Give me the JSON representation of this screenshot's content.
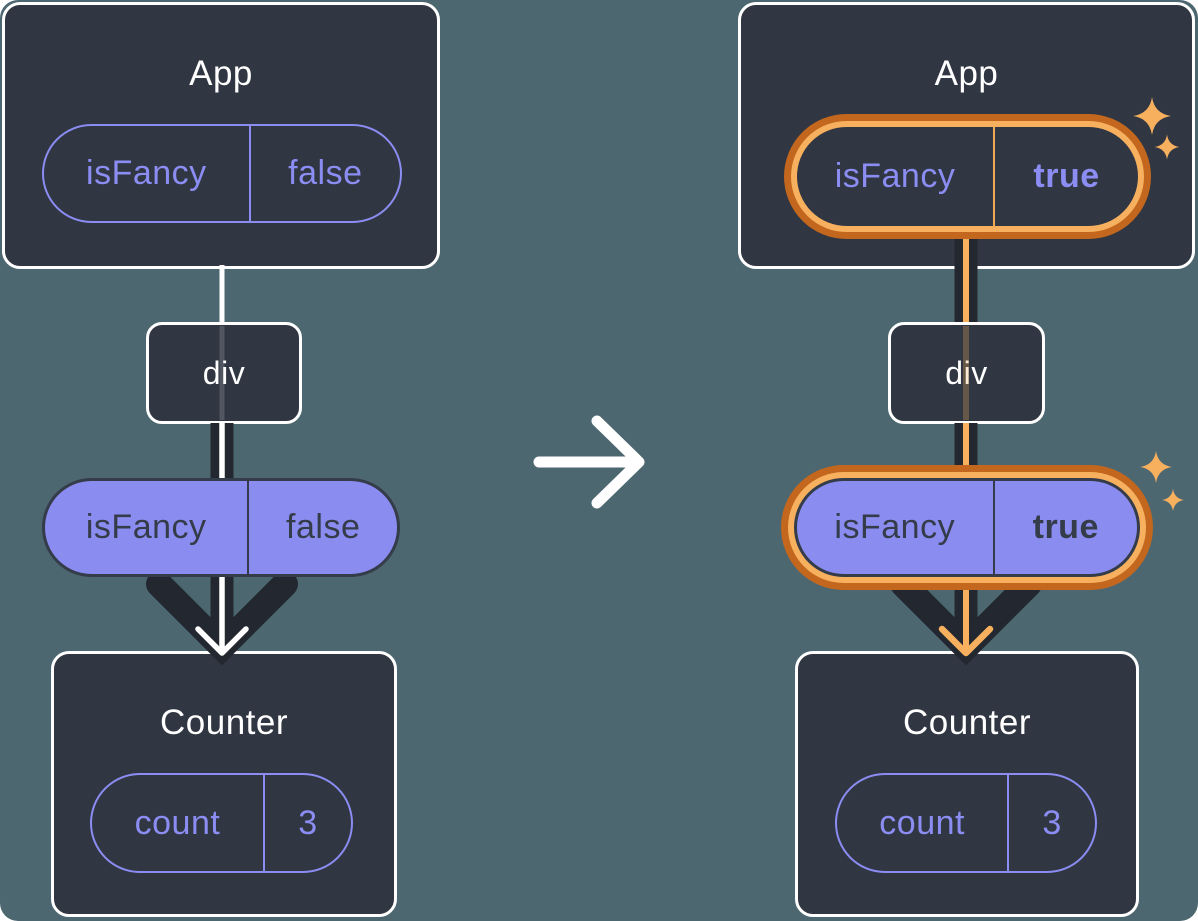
{
  "diagram_title": "component tree prop update (before and after)",
  "trees": {
    "before": {
      "app": {
        "title": "App",
        "pill": {
          "name": "isFancy",
          "value": "false"
        }
      },
      "div": {
        "label": "div"
      },
      "prop_pill": {
        "name": "isFancy",
        "value": "false"
      },
      "counter": {
        "title": "Counter",
        "pill": {
          "name": "count",
          "value": "3"
        }
      }
    },
    "after": {
      "app": {
        "title": "App",
        "pill": {
          "name": "isFancy",
          "value": "true"
        }
      },
      "div": {
        "label": "div"
      },
      "prop_pill": {
        "name": "isFancy",
        "value": "true"
      },
      "counter": {
        "title": "Counter",
        "pill": {
          "name": "count",
          "value": "3"
        }
      }
    }
  },
  "colors": {
    "background": "#4d6771",
    "card_fill": "#303642",
    "card_border": "#ffffff",
    "accent_purple": "#8b8df2",
    "pill_fill_purple": "#8a8cf0",
    "pill_text_dark": "#343b49",
    "arrow_dark": "#23272f",
    "highlight_orange": "#f6b05e",
    "highlight_orange_dark": "#c2671d",
    "transition_arrow": "#ffffff"
  }
}
